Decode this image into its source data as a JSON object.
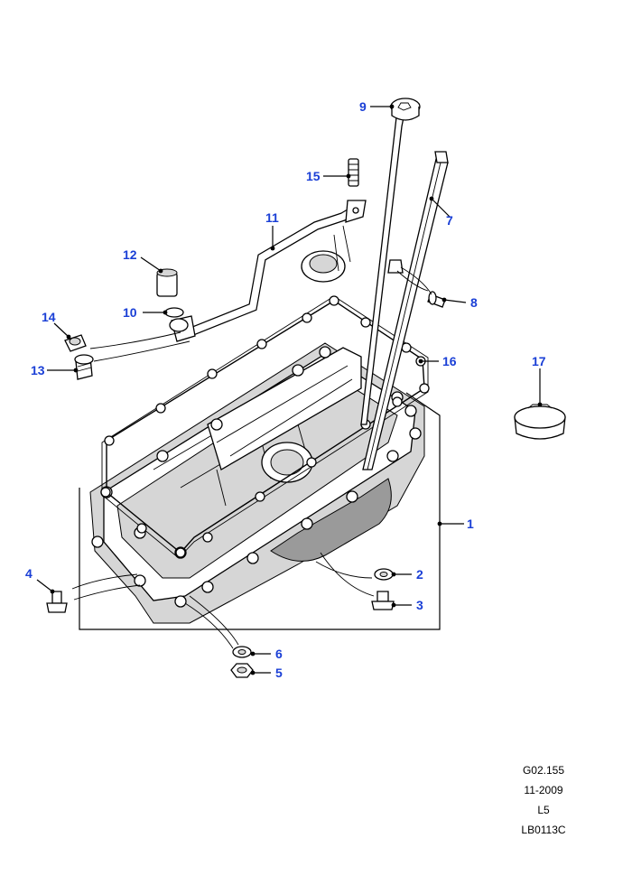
{
  "callouts": {
    "c1": "1",
    "c2": "2",
    "c3": "3",
    "c4": "4",
    "c5": "5",
    "c6": "6",
    "c7": "7",
    "c8": "8",
    "c9": "9",
    "c10": "10",
    "c11": "11",
    "c12": "12",
    "c13": "13",
    "c14": "14",
    "c15": "15",
    "c16": "16",
    "c17": "17"
  },
  "footer": {
    "ref": "G02.155",
    "date": "11-2009",
    "code": "L5",
    "illustration": "LB0113C"
  },
  "colors": {
    "callout": "#1a3fd6",
    "line": "#000000"
  }
}
